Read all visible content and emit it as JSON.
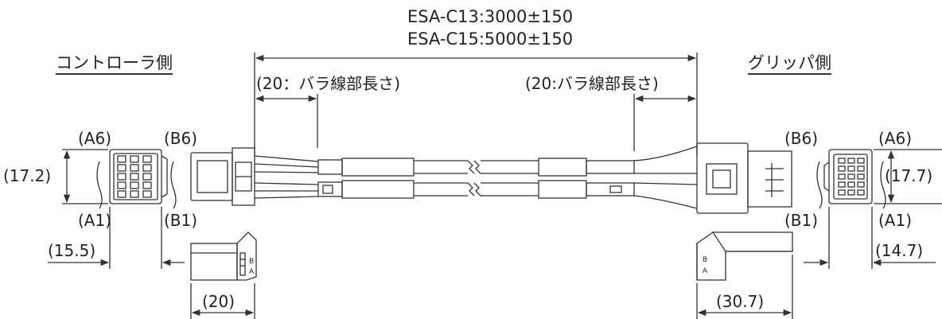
{
  "title": {
    "line1": "ESA-C13:3000±150",
    "line2": "ESA-C15:5000±150"
  },
  "sides": {
    "left": "コントローラ側",
    "right": "グリッパ側"
  },
  "strip_length": {
    "left": "(20：バラ線部長さ)",
    "right": "(20:バラ線部長さ)"
  },
  "pins": {
    "a6": "(A6)",
    "b6": "(B6)",
    "a1": "(A1)",
    "b1": "(B1)"
  },
  "dimensions": {
    "left_height": "(17.2)",
    "right_height": "(17.7)",
    "left_depth": "(15.5)",
    "right_depth": "(14.7)",
    "left_housing_length": "(20)",
    "right_housing_length": "(30.7)"
  },
  "connector_marks": {
    "b": "B",
    "a": "A"
  },
  "colors": {
    "line": "#333333",
    "text": "#222222",
    "background": "#ffffff"
  }
}
